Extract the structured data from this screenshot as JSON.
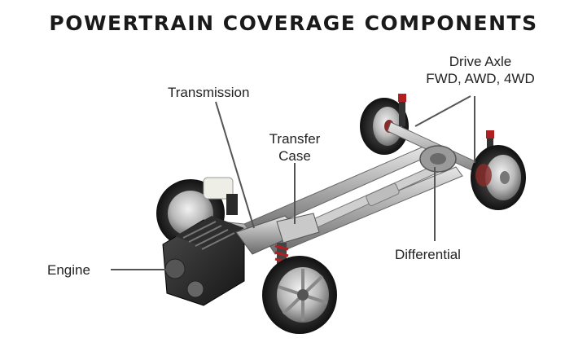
{
  "title": "POWERTRAIN COVERAGE COMPONENTS",
  "callouts": {
    "engine": "Engine",
    "transmission": "Transmission",
    "transfer_case_line1": "Transfer",
    "transfer_case_line2": "Case",
    "drive_axle_line1": "Drive Axle",
    "drive_axle_line2": "FWD, AWD, 4WD",
    "differential": "Differential"
  }
}
